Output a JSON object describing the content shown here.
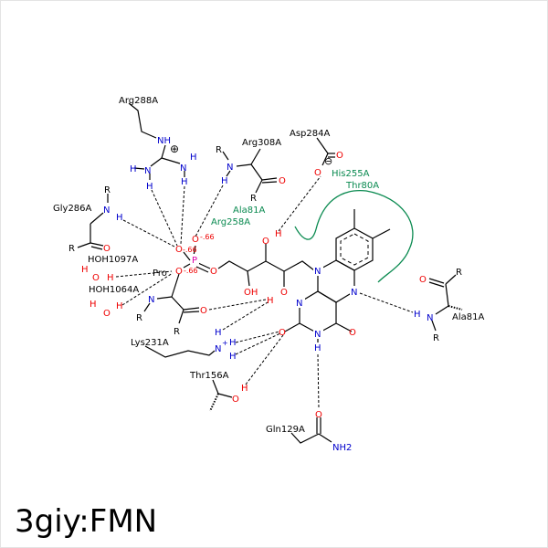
{
  "title": "3giy:FMN",
  "colors": {
    "oxygen": "#ee0000",
    "nitrogen": "#0000cc",
    "phosphorus": "#dd00aa",
    "hydrophobic": "#0a8a50"
  },
  "atoms": {
    "O": "O",
    "N": "N",
    "H": "H",
    "R": "R",
    "P": "P",
    "OH": "OH",
    "NH": "NH",
    "NH2": "NH2",
    "charge": "-.66",
    "plus": "⊕",
    "minus": "⊖",
    "nplus": "+"
  },
  "residues": {
    "arg288": "Arg288A",
    "arg308": "Arg308A",
    "asp284": "Asp284A",
    "gly286": "Gly286A",
    "hoh1097": "HOH1097A",
    "hoh1064": "HOH1064A",
    "pro": "Pro",
    "lys231": "Lys231A",
    "thr156": "Thr156A",
    "gln129": "Gln129A",
    "ala81_right": "Ala81A"
  },
  "hydrophobic_residues": {
    "his255": "His255A",
    "thr80": "Thr80A",
    "ala81": "Ala81A",
    "arg258": "Arg258A"
  }
}
